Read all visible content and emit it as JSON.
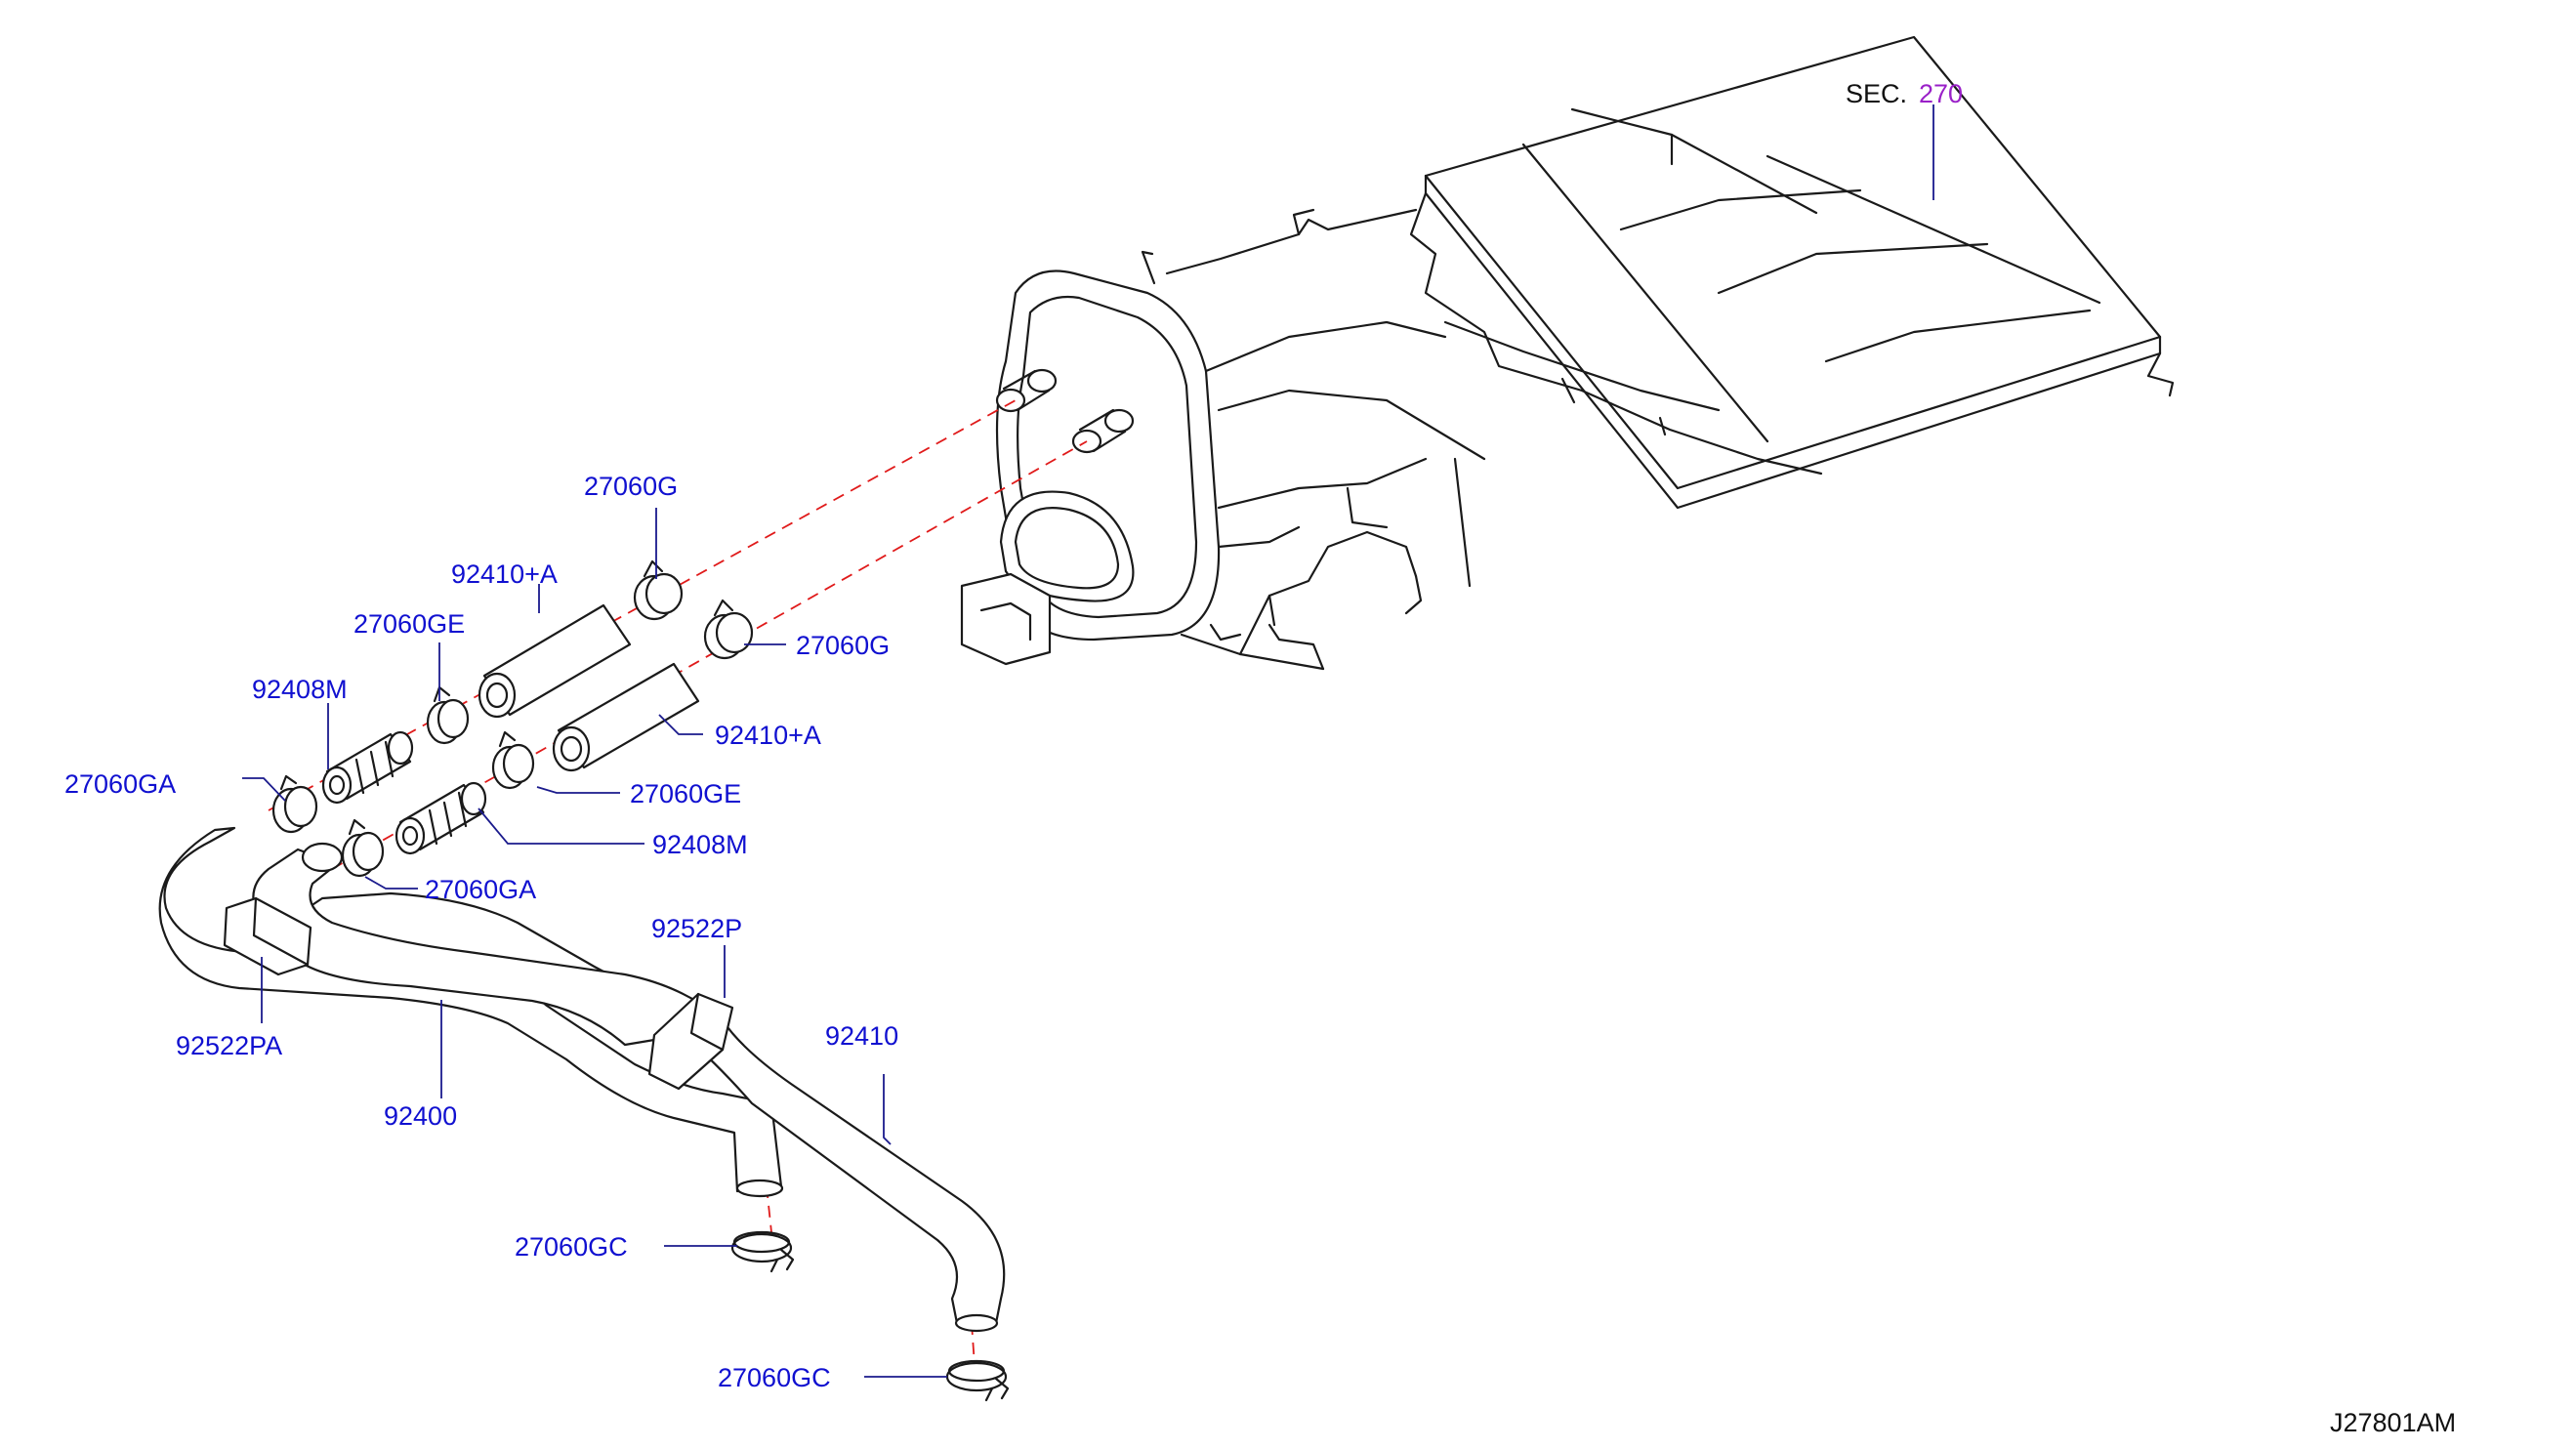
{
  "colors": {
    "label": "#1010d0",
    "section_ref": "#9a20c8",
    "section_prefix": "#111111",
    "figure_id": "#111111",
    "leader": "#1a1a8c",
    "alignment_line": "#e01a1a",
    "drawing_line": "#1a1a1a"
  },
  "section": {
    "prefix": "SEC.",
    "ref": "270"
  },
  "figure_id": "J27801AM",
  "parts": {
    "clip_upper_right_top": "27060G",
    "hose_upper_top": "92410+A",
    "clamp_upper_left": "27060GE",
    "pipe_upper": "92408M",
    "clamp_far_left_upper": "27060GA",
    "clip_upper_right_lower": "27060G",
    "hose_upper_lower": "92410+A",
    "clamp_lower_mid": "27060GE",
    "pipe_lower": "92408M",
    "clamp_far_left_lower": "27060GA",
    "bracket_right": "92522P",
    "bracket_left": "92522PA",
    "hose_main_left": "92400",
    "hose_main_right": "92410",
    "clamp_bottom_left": "27060GC",
    "clamp_bottom_right": "27060GC"
  }
}
